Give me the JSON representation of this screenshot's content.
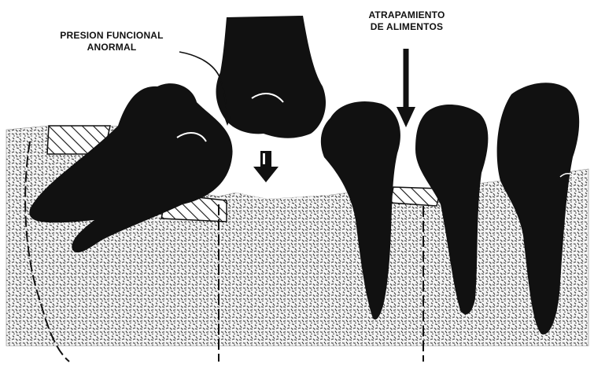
{
  "labels": {
    "presion_line1": "PRESION FUNCIONAL",
    "presion_line2": "ANORMAL",
    "atrapamiento_line1": "ATRAPAMIENTO",
    "atrapamiento_line2": "DE ALIMENTOS"
  },
  "colors": {
    "tooth": "#111111",
    "bone_base": "#ffffff",
    "bone_speckle": "#2a2a2a",
    "line": "#111111"
  },
  "icons": [
    "arrow-down-icon",
    "bent-arrow-icon"
  ]
}
